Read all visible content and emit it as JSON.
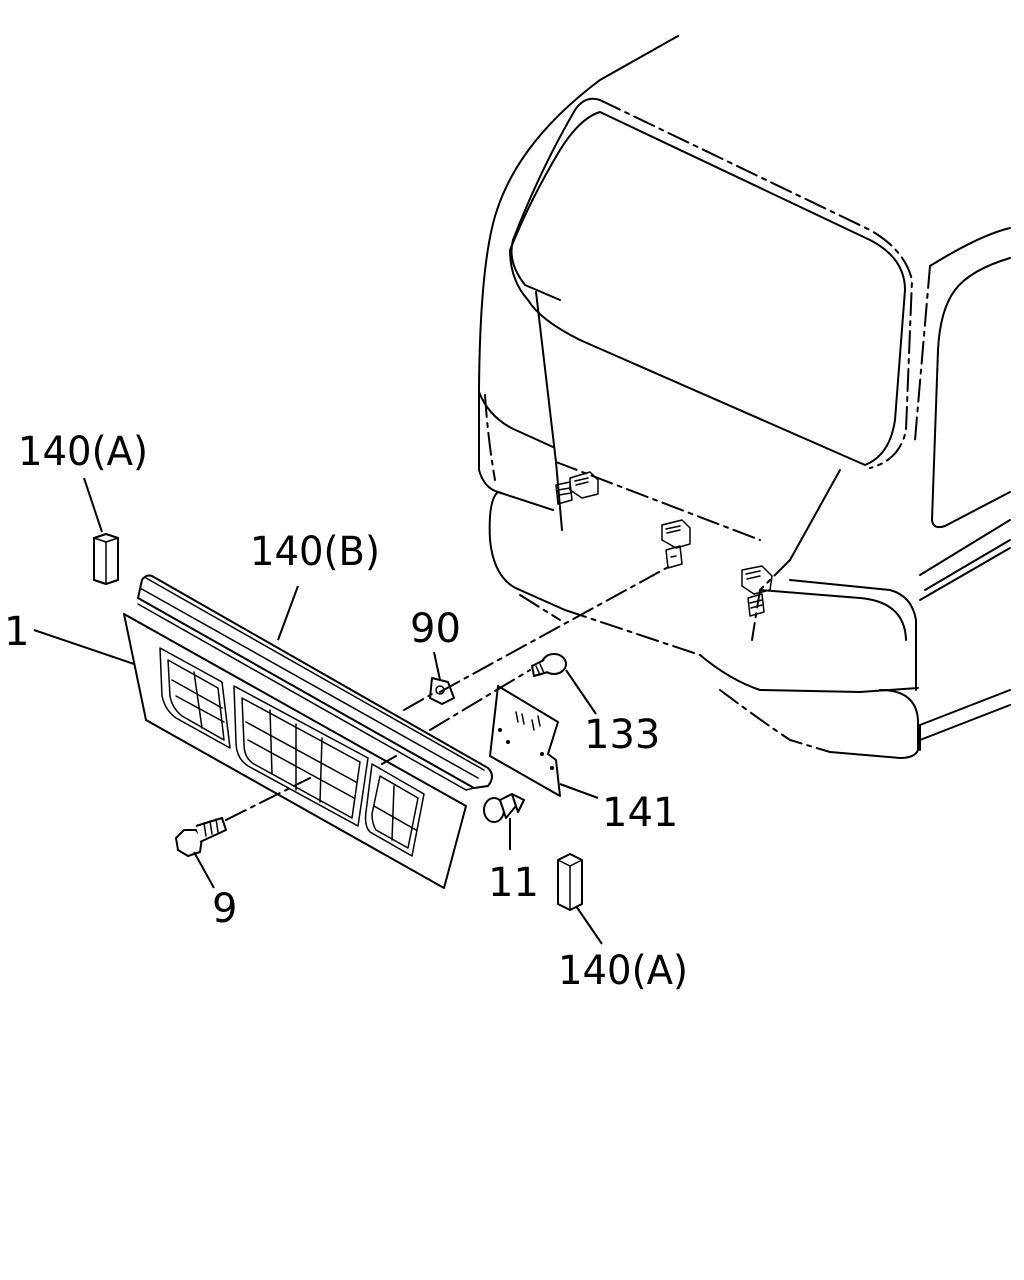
{
  "labels": {
    "p140a_top": "140(A)",
    "p140b": "140(B)",
    "p1": "1",
    "p90": "90",
    "p133": "133",
    "p141": "141",
    "p11": "11",
    "p9": "9",
    "p140a_bottom": "140(A)"
  }
}
